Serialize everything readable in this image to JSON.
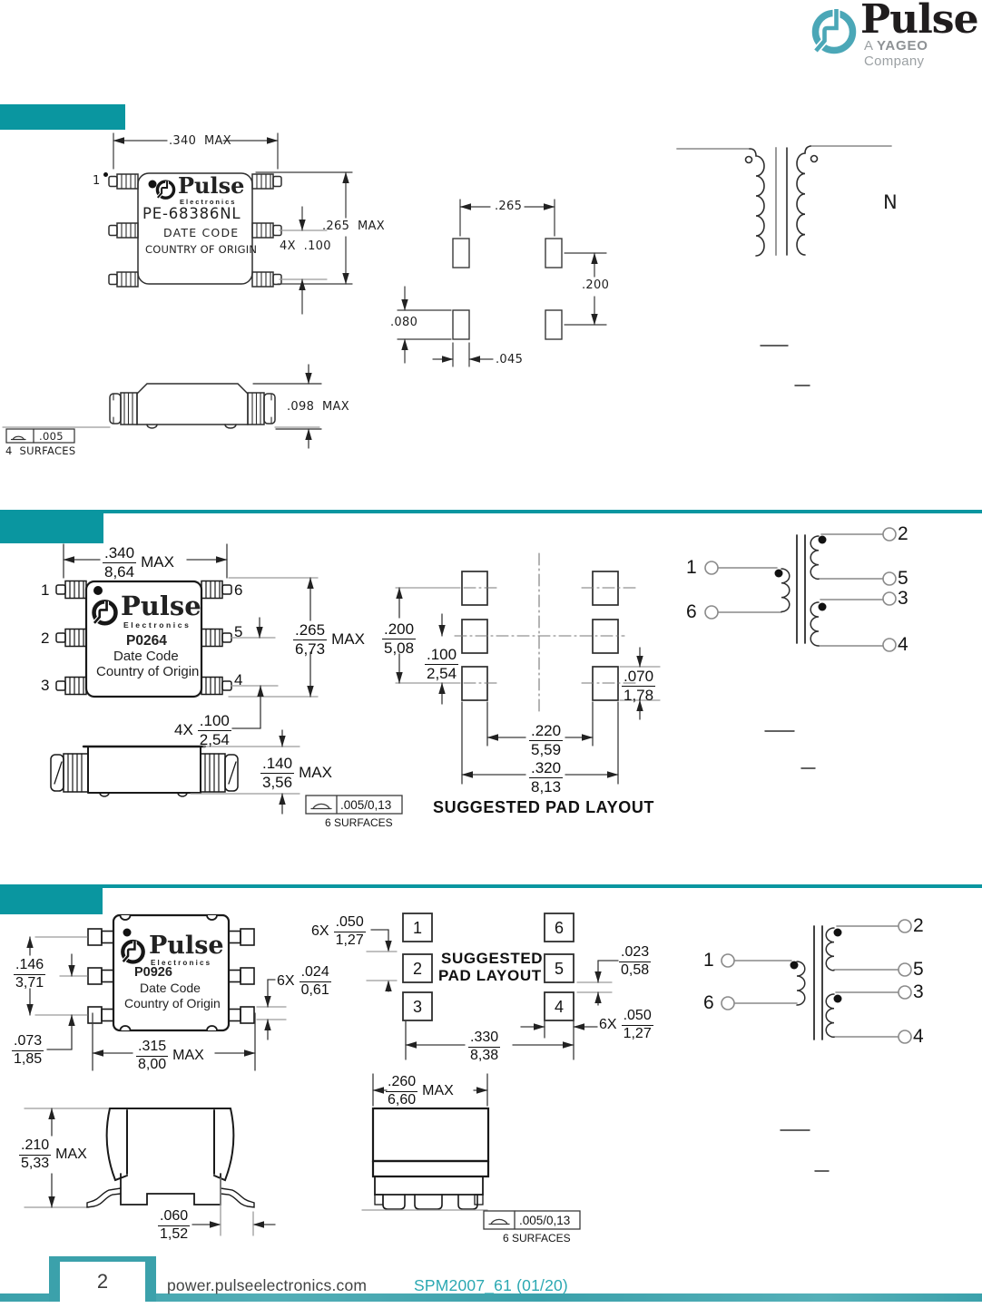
{
  "theme": {
    "teal": "#0A96A0",
    "teal_footer": "#3BA1AB",
    "teal_text": "#2BA8B2",
    "logo_teal": "#4BA7B7"
  },
  "brand": {
    "name": "Pulse",
    "tagline_a": "A",
    "tagline_yageo": "YAGEO",
    "tagline_company": "Company"
  },
  "s1": {
    "logo": "Pulse",
    "logo_sub": "Electronics",
    "part": "PE-68386NL",
    "date_code": "DATE CODE",
    "country": "COUNTRY OF ORIGIN",
    "pin1": "1",
    "dim_width": ".340  MAX",
    "dim_height": ".265  MAX",
    "dim_pitch": "4X  .100",
    "dim_profile": ".098  MAX",
    "pad_span": ".265",
    "pad_row": ".200",
    "pad_h": ".080",
    "pad_w": ".045",
    "flatness": ".005",
    "surfaces": "4  SURFACES",
    "partial_label": "N"
  },
  "s2": {
    "logo": "Pulse",
    "logo_sub": "Electronics",
    "part": "P0264",
    "date_code": "Date Code",
    "country": "Country of Origin",
    "pins_left": [
      "1",
      "2",
      "3"
    ],
    "pins_right": [
      "6",
      "5",
      "4"
    ],
    "dim_width": {
      "in": ".340",
      "mm": "8,64",
      "suffix": "MAX"
    },
    "dim_height": {
      "in": ".265",
      "mm": "6,73",
      "suffix": "MAX"
    },
    "dim_pitch": {
      "prefix": "4X",
      "in": ".100",
      "mm": "2,54"
    },
    "dim_profile": {
      "in": ".140",
      "mm": "3,56",
      "suffix": "MAX"
    },
    "pad_row": {
      "in": ".200",
      "mm": "5,08"
    },
    "pad_pitch": {
      "in": ".100",
      "mm": "2,54"
    },
    "pad_h": {
      "in": ".070",
      "mm": "1,78"
    },
    "span_inner": {
      "in": ".220",
      "mm": "5,59"
    },
    "span_outer": {
      "in": ".320",
      "mm": "8,13"
    },
    "flatness": ".005/0,13",
    "surfaces": "6 SURFACES",
    "pad_title": "SUGGESTED PAD LAYOUT",
    "sch_pins": [
      "1",
      "6",
      "2",
      "5",
      "3",
      "4"
    ]
  },
  "s3": {
    "logo": "Pulse",
    "logo_sub": "Electronics",
    "part": "P0926",
    "date_code": "Date Code",
    "country": "Country of Origin",
    "dim_h1": {
      "in": ".146",
      "mm": "3,71"
    },
    "dim_h2": {
      "in": ".073",
      "mm": "1,85"
    },
    "dim_width": {
      "in": ".315",
      "mm": "8,00",
      "suffix": "MAX"
    },
    "dim_lead": {
      "prefix": "6X",
      "in": ".024",
      "mm": "0,61"
    },
    "dim_lead_pitch": {
      "prefix": "6X",
      "in": ".050",
      "mm": "1,27"
    },
    "dim_height": {
      "in": ".210",
      "mm": "5,33",
      "suffix": "MAX"
    },
    "dim_foot": {
      "in": ".060",
      "mm": "1,52"
    },
    "dim_depth": {
      "in": ".260",
      "mm": "6,60",
      "suffix": "MAX"
    },
    "pad_gap": {
      "in": ".023",
      "mm": "0,58"
    },
    "pad_w": {
      "prefix": "6X",
      "in": ".050",
      "mm": "1,27"
    },
    "pad_span": {
      "in": ".330",
      "mm": "8,38"
    },
    "pad_title_1": "SUGGESTED",
    "pad_title_2": "PAD LAYOUT",
    "pad_labels": [
      "1",
      "2",
      "3",
      "6",
      "5",
      "4"
    ],
    "flatness": ".005/0,13",
    "surfaces": "6 SURFACES",
    "sch_pins": [
      "1",
      "6",
      "2",
      "5",
      "3",
      "4"
    ]
  },
  "footer": {
    "page_number": "2",
    "website": "power.pulseelectronics.com",
    "doc_ref": "SPM2007_61 (01/20)"
  }
}
